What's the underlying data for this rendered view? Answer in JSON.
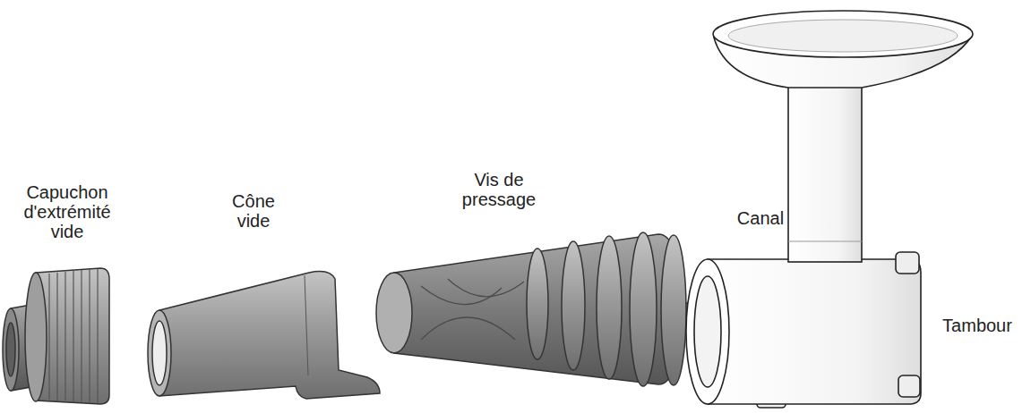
{
  "diagram": {
    "labels": [
      "Capuchon d'extrémité vide",
      "Cône vide",
      "Vis de pressage",
      "Canal",
      "Tambour"
    ]
  }
}
